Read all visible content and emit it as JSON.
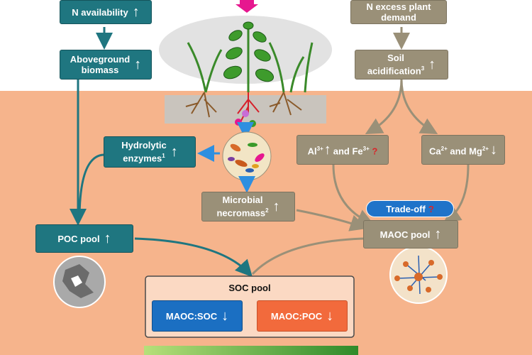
{
  "nodes": {
    "n_availability": {
      "label": "N availability",
      "arrow": "↑"
    },
    "aboveground": {
      "line1": "Aboveground",
      "line2": "biomass",
      "arrow": "↑"
    },
    "n_excess": {
      "line1": "N excess plant",
      "line2": "demand"
    },
    "soil_acid": {
      "line1": "Soil",
      "line2": "acidification",
      "sup": "3",
      "arrow": "↑"
    },
    "hydrolytic": {
      "line1": "Hydrolytic",
      "line2": "enzymes",
      "sup": "1",
      "arrow": "↑"
    },
    "al_fe": {
      "al": "Al",
      "al_sup": "3+",
      "arrow": "↑",
      "mid": "and Fe",
      "fe_sup": "3+",
      "q": "?"
    },
    "ca_mg": {
      "ca": "Ca",
      "ca_sup": "2+",
      "mid": " and Mg",
      "mg_sup": "2+",
      "arrow": "↓"
    },
    "microbial": {
      "line1": "Microbial",
      "line2": "necromass",
      "sup": "2",
      "arrow": "↑"
    },
    "tradeoff": {
      "label": "Trade-off",
      "q": "?"
    },
    "poc": {
      "label": "POC pool",
      "arrow": "↑"
    },
    "maoc": {
      "label": "MAOC pool",
      "arrow": "↑"
    },
    "soc": {
      "title": "SOC pool"
    },
    "maoc_soc": {
      "label": "MAOC:SOC",
      "arrow": "↓"
    },
    "maoc_poc": {
      "label": "MAOC:POC",
      "arrow": "↓"
    }
  },
  "colors": {
    "teal": "#1f7680",
    "olive": "#9a9078",
    "soil": "#f6b48c",
    "blue": "#1b6fc2",
    "red": "#f26a3c",
    "magenta": "#e6178f",
    "tradeoff": "#1f73c9"
  }
}
